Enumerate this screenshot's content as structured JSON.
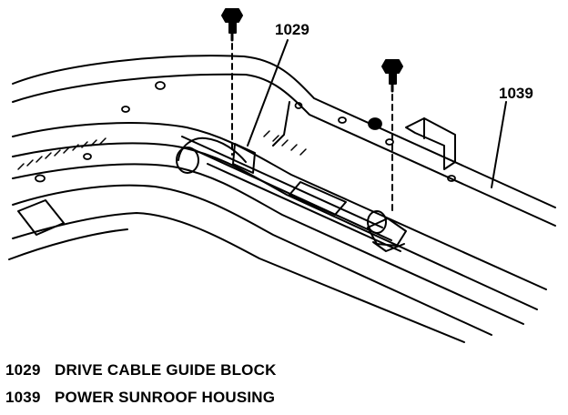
{
  "callouts": {
    "guide_block": "1029",
    "housing": "1039"
  },
  "legend": [
    {
      "num": "1029",
      "text": "DRIVE CABLE GUIDE BLOCK"
    },
    {
      "num": "1039",
      "text": "POWER SUNROOF HOUSING"
    }
  ],
  "colors": {
    "ink": "#000000",
    "paper": "#ffffff"
  }
}
